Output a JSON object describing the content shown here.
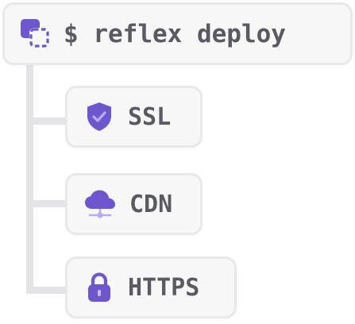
{
  "root": {
    "command_text": "$ reflex deploy",
    "icon": "deploy-icon"
  },
  "children": [
    {
      "label": "SSL",
      "icon": "shield-check-icon"
    },
    {
      "label": "CDN",
      "icon": "cloud-network-icon"
    },
    {
      "label": "HTTPS",
      "icon": "lock-icon"
    }
  ],
  "colors": {
    "accent": "#6e56cf",
    "card_bg": "#f7f7f8",
    "card_border": "#e9e9ec",
    "text": "#5a5a62",
    "connector": "#e4e4e7"
  }
}
